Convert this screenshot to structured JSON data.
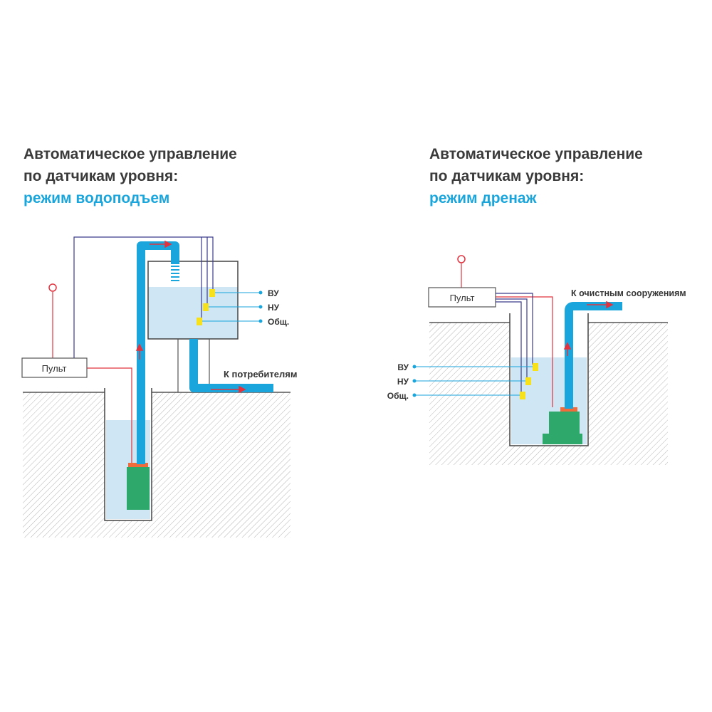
{
  "left": {
    "title_line1": "Автоматическое управление",
    "title_line2": "по датчикам уровня:",
    "title_mode": "режим водоподъем",
    "panel_label": "Пульт",
    "outlet_label": "К потребителям",
    "sensor_labels": [
      "ВУ",
      "НУ",
      "Общ."
    ]
  },
  "right": {
    "title_line1": "Автоматическое управление",
    "title_line2": "по датчикам уровня:",
    "title_mode": "режим дренаж",
    "panel_label": "Пульт",
    "outlet_label": "К очистным сооружениям",
    "sensor_labels": [
      "ВУ",
      "НУ",
      "Общ."
    ]
  },
  "colors": {
    "pipe": "#1aa6dc",
    "water": "#cfe6f4",
    "pump": "#2ea86b",
    "pump_cap": "#f26b3a",
    "signal_wire": "#e0333f",
    "sensor_wire": "#3a3a8c",
    "sensor": "#f7e11c",
    "ground_hatch": "#b5b5b5",
    "text": "#3a3a3a",
    "accent": "#1aa6dc"
  }
}
